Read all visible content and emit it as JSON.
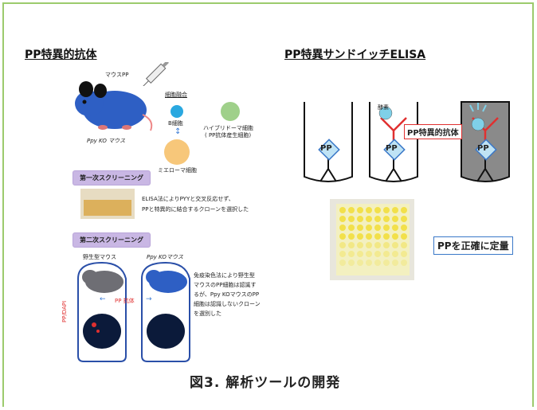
{
  "left_title": "PP特異的抗体",
  "right_title": "PP特異サンドイッチELISA",
  "syringe_label": "マウスPP",
  "ko_mouse_label": "Ppy KO マウス",
  "fusion_label": "細胞融合",
  "b_cell_label": "B細胞",
  "myeloma_label": "ミエローマ細胞",
  "hybridoma_label": "ハイブリドーマ細胞",
  "hybridoma_sub": "( PP抗体産生細胞)",
  "screen1_label": "第一次スクリーニング",
  "screen1_text_1": "ELISA法によりPYYと交叉反応せず、",
  "screen1_text_2": "PPと特異的に結合するクローンを選択した",
  "screen2_label": "第二次スクリーニング",
  "wild_label": "野生型マウス",
  "ko_label": "Ppy KOマウス",
  "pp_antibody_arrow": "PP 抗体",
  "ppdapi_label": "PP/DAPI",
  "screen2_text": [
    "免疫染色法により野生型",
    "マウスのPP細胞は認識す",
    "るが、Ppy KOマウスのPP",
    "細胞は認識しないクローン",
    "を選別した"
  ],
  "pp_label": "PP",
  "enzyme_label": "酵素",
  "pp_specific_antibody": "PP特異的抗体",
  "quantify_label": "PPを正確に定量",
  "caption": "図3. 解析ツールの開発",
  "colors": {
    "frame": "#9ccb6d",
    "mouse_blue": "#2e5fc4",
    "red": "#e03030",
    "pill": "#c9b7e4",
    "pp_diamond": "#bfe3f5"
  }
}
